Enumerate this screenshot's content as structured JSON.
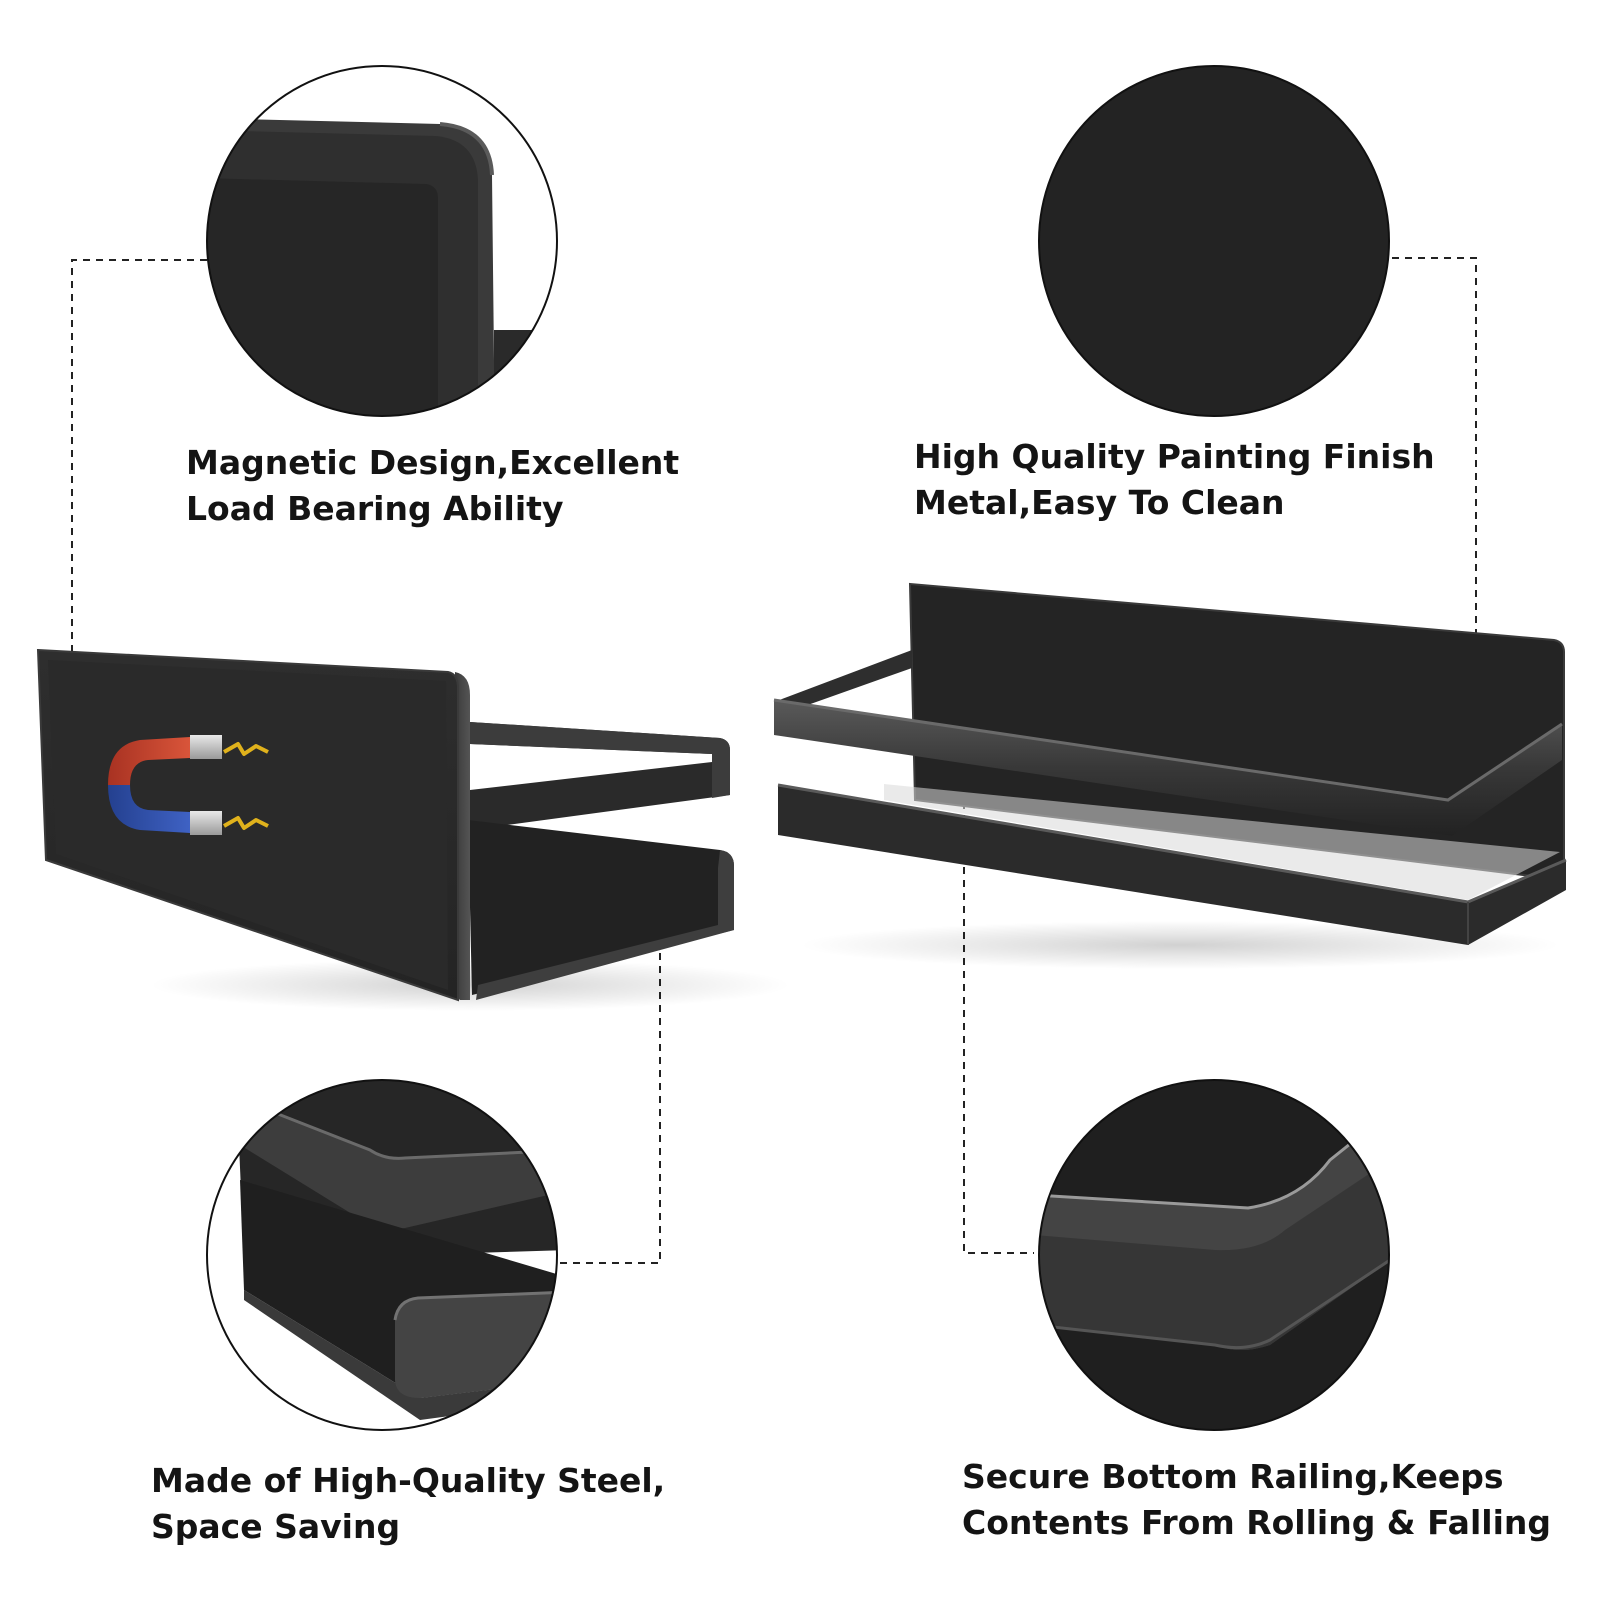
{
  "features": [
    {
      "id": "magnetic",
      "lines": [
        "Magnetic Design,Excellent",
        "Load Bearing Ability"
      ],
      "detail_icon": "rounded-corner-closeup"
    },
    {
      "id": "painting",
      "lines": [
        "High Quality Painting Finish",
        "Metal,Easy To Clean"
      ],
      "detail_icon": "matte-finish-swatch"
    },
    {
      "id": "steel",
      "lines": [
        "Made of High-Quality Steel,",
        "Space Saving"
      ],
      "detail_icon": "folded-steel-edge-closeup"
    },
    {
      "id": "railing",
      "lines": [
        "Secure Bottom Railing,Keeps",
        "Contents From Rolling & Falling"
      ],
      "detail_icon": "rail-corner-closeup"
    }
  ],
  "product": {
    "name": "magnetic-spice-rack",
    "views": [
      "side-view-with-magnet",
      "front-perspective-view"
    ],
    "badge_icon": "horseshoe-magnet-icon"
  },
  "colors": {
    "background": "#ffffff",
    "metal_dark": "#1f1f1f",
    "metal_mid": "#2b2b2b",
    "metal_edge": "#4a4a4a",
    "text": "#141414",
    "magnet_red": "#c9402a",
    "magnet_blue": "#2f4ea8",
    "spark_yellow": "#e0b21c"
  }
}
